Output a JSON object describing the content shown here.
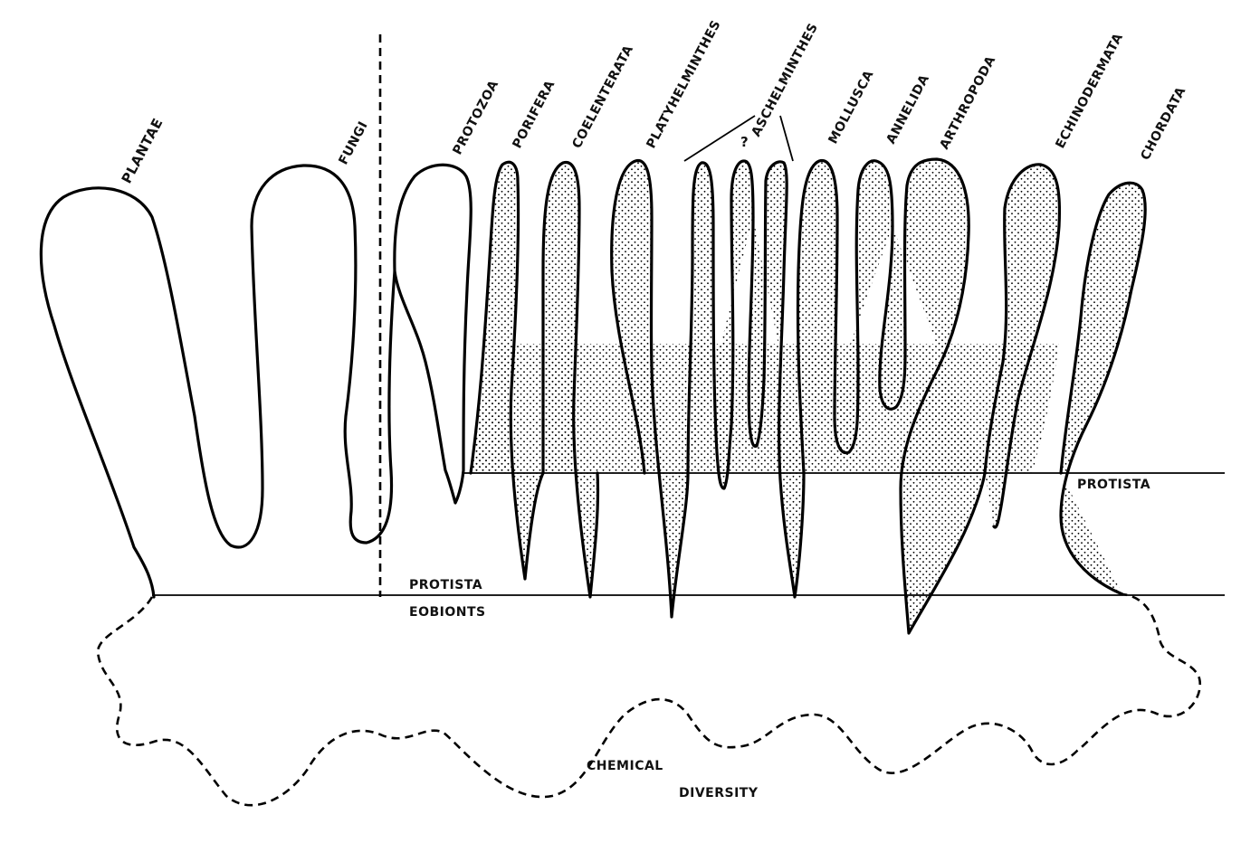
{
  "taxa": {
    "plantae": "PLANTAE",
    "fungi": "FUNGI",
    "protozoa": "PROTOZOA",
    "porifera": "PORIFERA",
    "coelenterata": "COELENTERATA",
    "platyhelminthes": "PLATYHELMINTHES",
    "aschelminthes_query": "?",
    "aschelminthes": "ASCHELMINTHES",
    "mollusca": "MOLLUSCA",
    "annelida": "ANNELIDA",
    "arthropoda": "ARTHROPODA",
    "echinodermata": "ECHINODERMATA",
    "chordata": "CHORDATA"
  },
  "levels": {
    "protista_upper": "PROTISTA",
    "protista_lower": "PROTISTA",
    "eobionts": "EOBIONTS",
    "chemical": "CHEMICAL",
    "diversity": "DIVERSITY"
  },
  "colors": {
    "ink": "#000000",
    "paper": "#ffffff"
  }
}
